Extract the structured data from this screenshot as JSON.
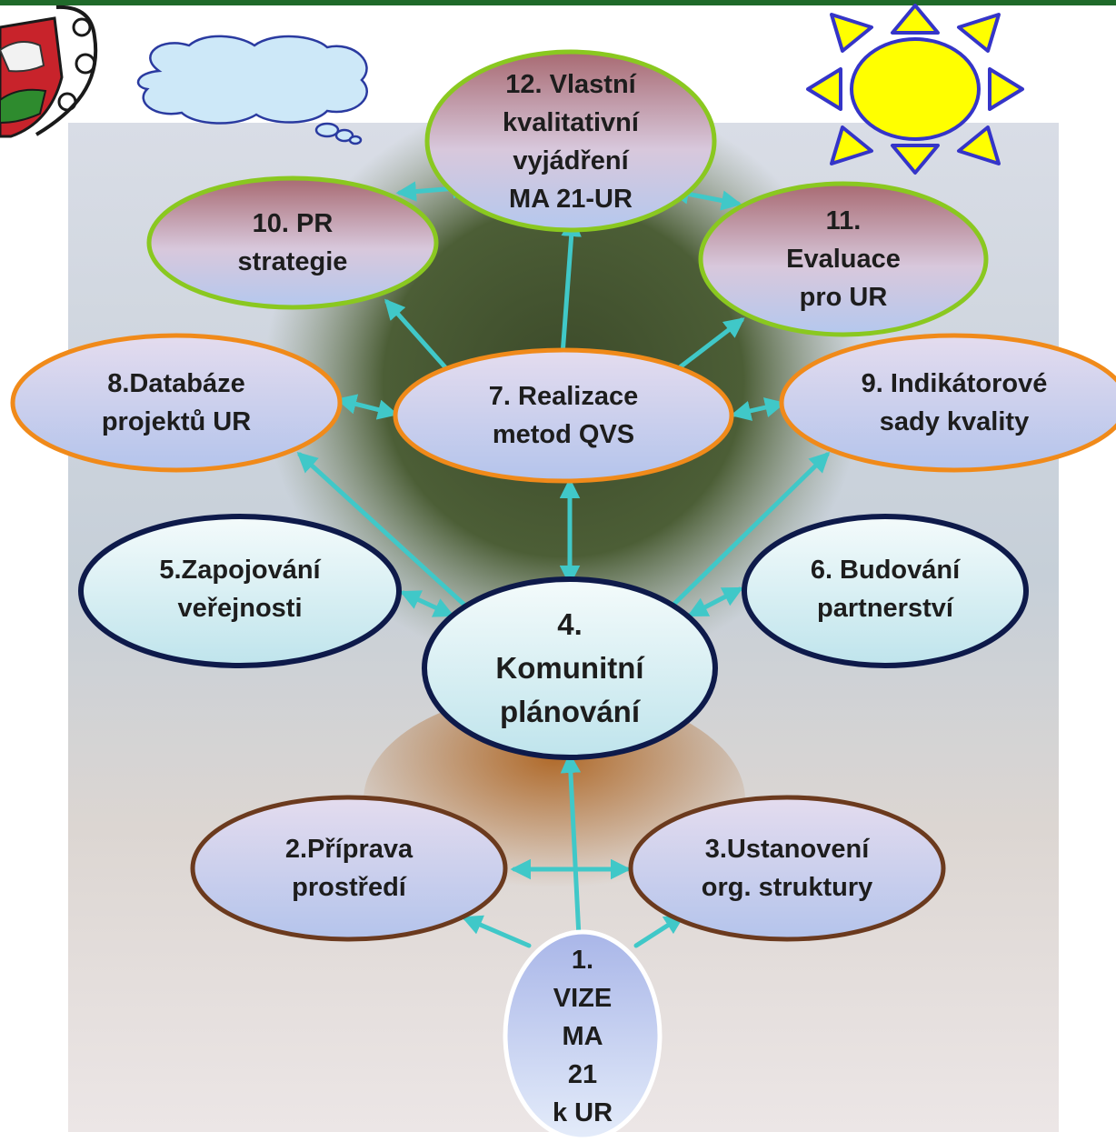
{
  "nodes": {
    "n1": {
      "lines": [
        "1.",
        "VIZE",
        "MA",
        "21",
        "k UR"
      ]
    },
    "n2": {
      "lines": [
        "2.Příprava",
        "prostředí"
      ]
    },
    "n3": {
      "lines": [
        "3.Ustanovení",
        "org. struktury"
      ]
    },
    "n4": {
      "lines": [
        "4.",
        "Komunitní",
        "plánování"
      ]
    },
    "n5": {
      "lines": [
        "5.Zapojování",
        "veřejnosti"
      ]
    },
    "n6": {
      "lines": [
        "6. Budování",
        "partnerství"
      ]
    },
    "n7": {
      "lines": [
        "7. Realizace",
        "metod QVS"
      ]
    },
    "n8": {
      "lines": [
        "8.Databáze",
        "projektů UR"
      ]
    },
    "n9": {
      "lines": [
        "9. Indikátorové",
        "sady kvality"
      ]
    },
    "n10": {
      "lines": [
        "10. PR",
        "strategie"
      ]
    },
    "n11": {
      "lines": [
        "11.",
        "Evaluace",
        "pro UR"
      ]
    },
    "n12": {
      "lines": [
        "12. Vlastní",
        "kvalitativní",
        "vyjádření",
        "MA 21-UR"
      ]
    }
  },
  "colors": {
    "top_bar": "#1f6a2a",
    "arrow": "#40c8c8",
    "border_brown": "#6b3a1e",
    "border_navy": "#0e1a4a",
    "border_orange": "#f08a1a",
    "border_green": "#8ac820",
    "sun_fill": "#ffff00",
    "sun_rays": "#3535c8",
    "cloud_fill": "#cde8f8",
    "cloud_stroke": "#2a3aa0"
  }
}
